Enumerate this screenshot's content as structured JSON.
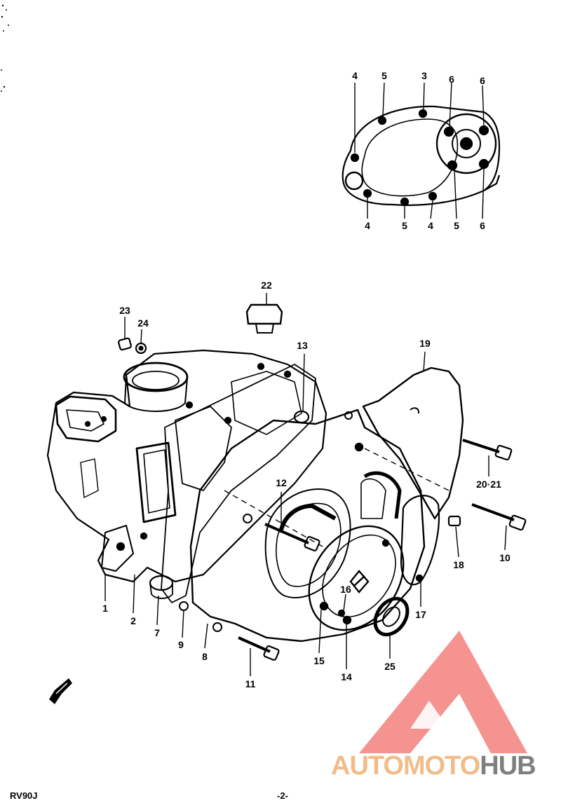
{
  "inset_callouts": {
    "top": [
      "4",
      "5",
      "3",
      "6",
      "6"
    ],
    "bottom": [
      "4",
      "5",
      "4",
      "5",
      "6"
    ]
  },
  "callouts": {
    "c1": "1",
    "c2": "2",
    "c7": "7",
    "c8": "8",
    "c9": "9",
    "c10": "10",
    "c11": "11",
    "c12": "12",
    "c13": "13",
    "c14": "14",
    "c15": "15",
    "c16": "16",
    "c17": "17",
    "c18": "18",
    "c19": "19",
    "c20_21": "20·21",
    "c22": "22",
    "c23": "23",
    "c24": "24",
    "c25": "25"
  },
  "footer": {
    "model": "RV90J",
    "page": "-2-"
  },
  "watermark": {
    "part1": "AUTO",
    "part2": "MOTO",
    "part3": "HUB"
  },
  "colors": {
    "line": "#000000",
    "watermark_logo": "#f2807d",
    "watermark_text": "#f0bd8a",
    "watermark_hub": "#7f7f7f"
  }
}
